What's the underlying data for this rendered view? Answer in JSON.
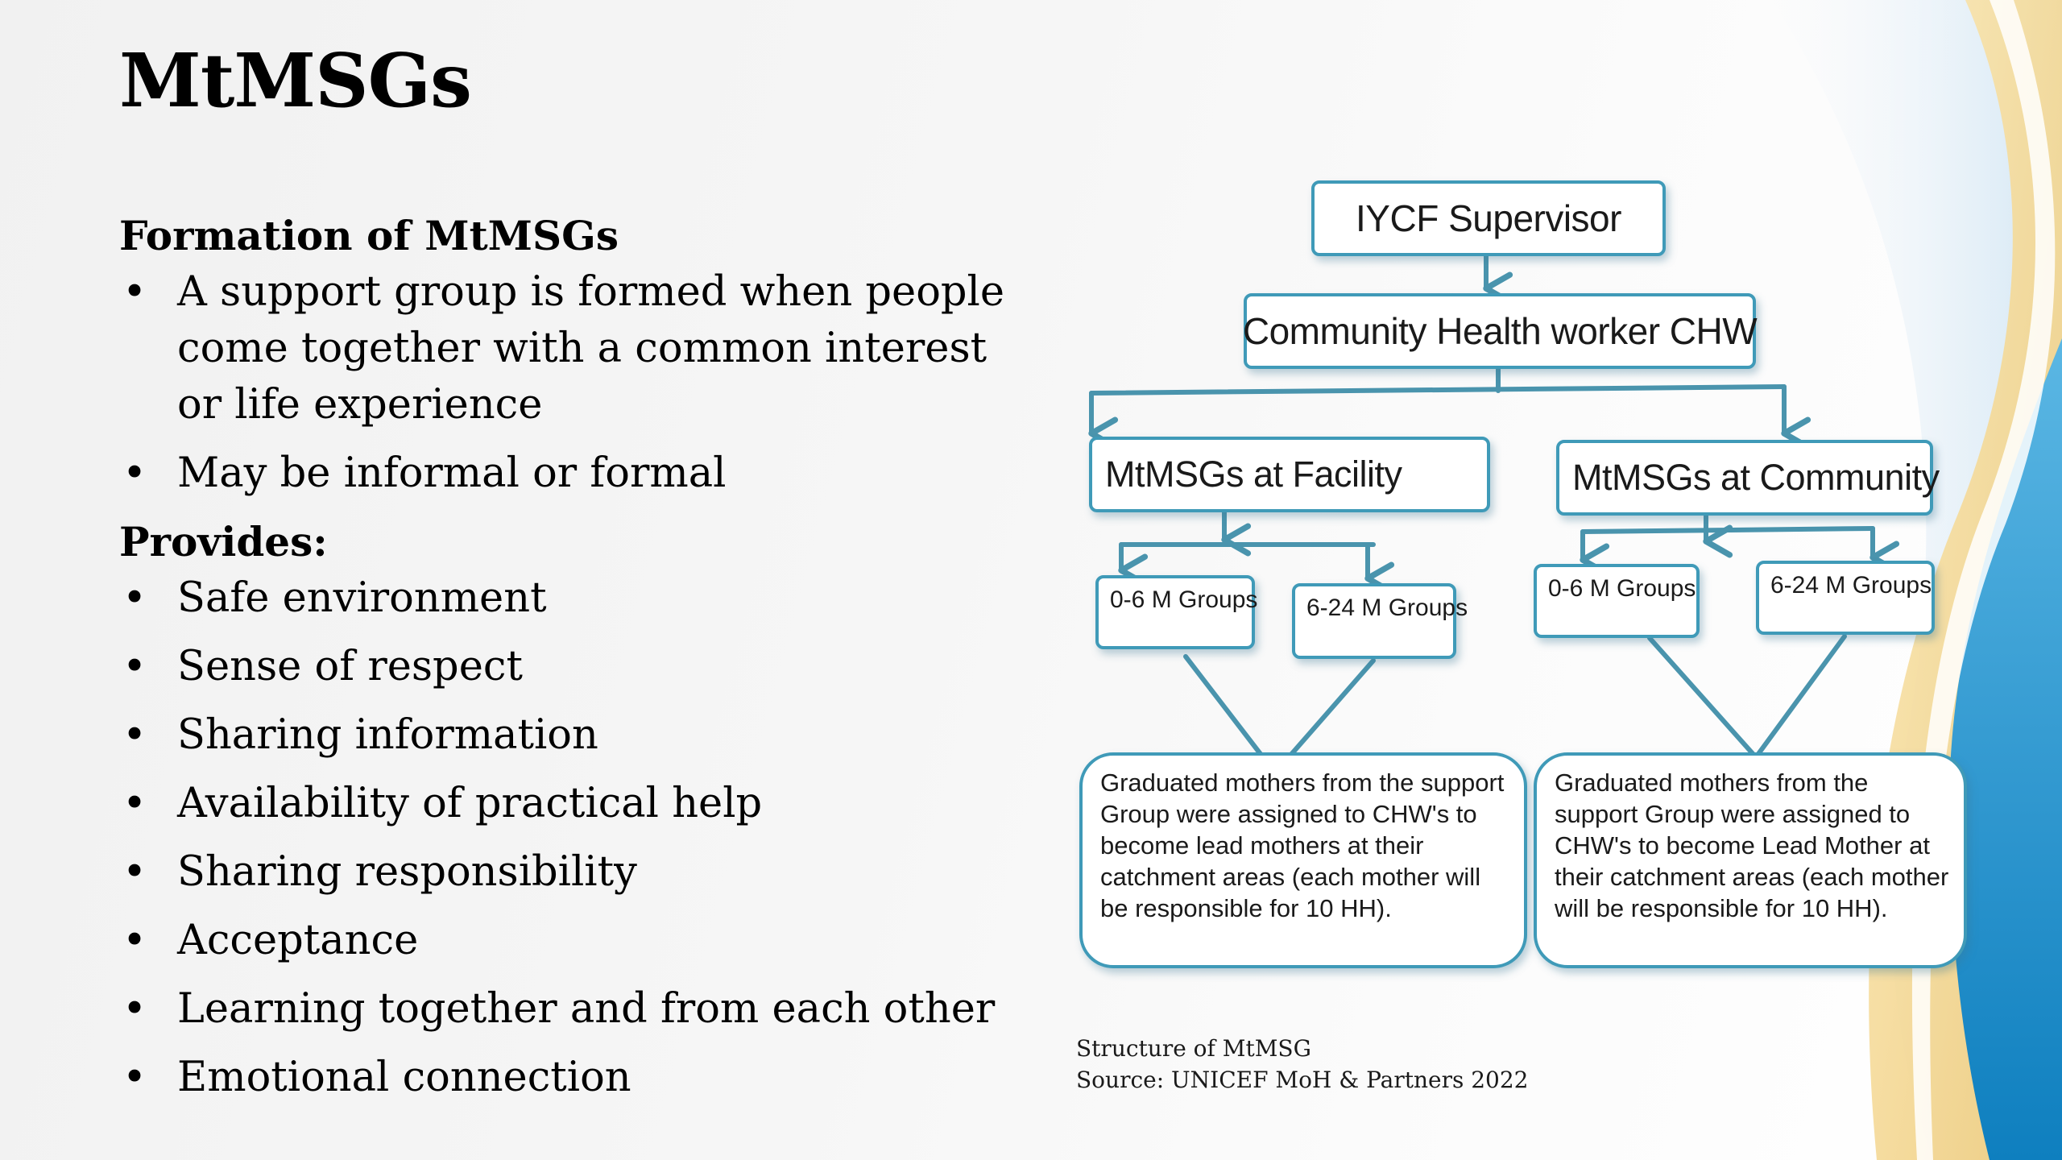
{
  "slide": {
    "title": "MtMSGs",
    "sections": [
      {
        "heading": "Formation of MtMSGs",
        "bullets": [
          "A support group is formed when people come together with a common interest or life experience",
          "May be informal or formal"
        ]
      },
      {
        "heading": "Provides:",
        "bullets": [
          "Safe environment",
          "Sense of respect",
          "Sharing information",
          "Availability of practical help",
          "Sharing responsibility",
          "Acceptance",
          "Learning together and from each other",
          "Emotional connection"
        ]
      }
    ]
  },
  "diagram": {
    "supervisor": "IYCF Supervisor",
    "chw": "Community Health worker CHW",
    "facility": {
      "label": "MtMSGs at Facility",
      "group_a": "0-6 M Groups",
      "group_b": "6-24 M Groups",
      "note": "Graduated mothers from the support Group were assigned to CHW's to become lead mothers at their catchment areas (each  mother will be responsible for 10 HH)."
    },
    "community": {
      "label": "MtMSGs at Community",
      "group_a": "0-6 M Groups",
      "group_b": "6-24 M Groups",
      "note": "Graduated mothers from the support Group were assigned to CHW's to become Lead Mother at their catchment areas (each mother will be responsible for 10 HH)."
    },
    "caption_line1": "Structure of MtMSG",
    "caption_line2": "Source:  UNICEF MoH & Partners 2022"
  },
  "theme": {
    "box_border": "#3f9ab8",
    "connector": "#4a94ad",
    "wave_gold": "#f3d38f",
    "wave_blue": "#1a8fc8",
    "wave_light": "#cfe4f3"
  }
}
